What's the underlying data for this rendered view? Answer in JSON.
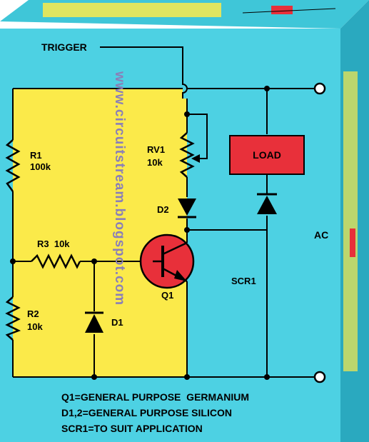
{
  "labels": {
    "trigger": "TRIGGER",
    "rv1_name": "RV1",
    "rv1_value": "10k",
    "r1_name": "R1",
    "r1_value": "100k",
    "r3": "R3  10k",
    "r2_name": "R2",
    "r2_value": "10k",
    "d2": "D2",
    "d1": "D1",
    "q1": "Q1",
    "scr1": "SCR1",
    "ac": "AC",
    "load": "LOAD"
  },
  "notes": [
    "Q1=GENERAL PURPOSE  GERMANIUM",
    "D1,2=GENERAL PURPOSE SILICON",
    "SCR1=TO SUIT APPLICATION"
  ],
  "watermark": "www.circuitstream.blogspot.com",
  "colors": {
    "box_face": "#4dd1e3",
    "box_top": "#3fc6d8",
    "box_side": "#2aa9bf",
    "board": "#fbea4a",
    "load": "#e8303a",
    "transistor": "#e8303a",
    "wire": "#000000"
  }
}
